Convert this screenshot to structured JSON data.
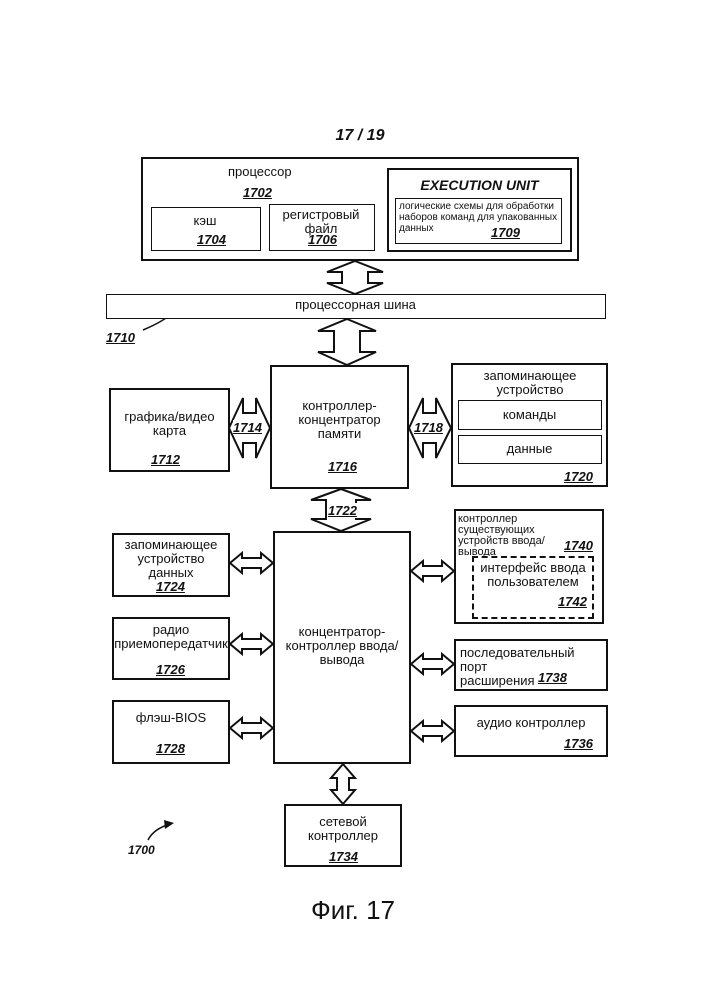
{
  "page_number": "17 / 19",
  "figure_caption": "Фиг. 17",
  "system": {
    "ref": "1700"
  },
  "processor": {
    "label": "процессор",
    "ref": "1702",
    "cache": {
      "label": "кэш",
      "ref": "1704"
    },
    "register_file": {
      "label": "регистровый файл",
      "ref": "1706"
    },
    "execution_unit": {
      "title": "EXECUTION UNIT",
      "logic_label": "логические схемы для обработки наборов команд для упакованных данных",
      "ref": "1709"
    }
  },
  "processor_bus": {
    "label": "процессорная шина",
    "ref": "1710"
  },
  "memory_controller_hub": {
    "label": "контроллер-концентратор памяти",
    "ref": "1716"
  },
  "graphics_card": {
    "label": "графика/видео карта",
    "ref": "1712"
  },
  "link_1714": {
    "ref": "1714"
  },
  "link_1718": {
    "ref": "1718"
  },
  "link_1722": {
    "ref": "1722"
  },
  "memory": {
    "label": "запоминающее устройство",
    "ref": "1720",
    "instructions": "команды",
    "data": "данные"
  },
  "io_controller_hub": {
    "label": "концентратор-контроллер ввода/вывода"
  },
  "data_storage": {
    "label": "запоминающее устройство данных",
    "ref": "1724"
  },
  "wireless_transceiver": {
    "label": "радио приемопередатчик",
    "ref": "1726"
  },
  "flash_bios": {
    "label": "флэш-BIOS",
    "ref": "1728"
  },
  "legacy_io_controller": {
    "label": "контроллер существующих устройств ввода/вывода",
    "ref": "1740",
    "user_input": {
      "label": "интерфейс ввода пользователем",
      "ref": "1742"
    }
  },
  "serial_expansion_port": {
    "label": "последовательный порт расширения",
    "ref": "1738"
  },
  "audio_controller": {
    "label": "аудио контроллер",
    "ref": "1736"
  },
  "network_controller": {
    "label": "сетевой контроллер",
    "ref": "1734"
  }
}
